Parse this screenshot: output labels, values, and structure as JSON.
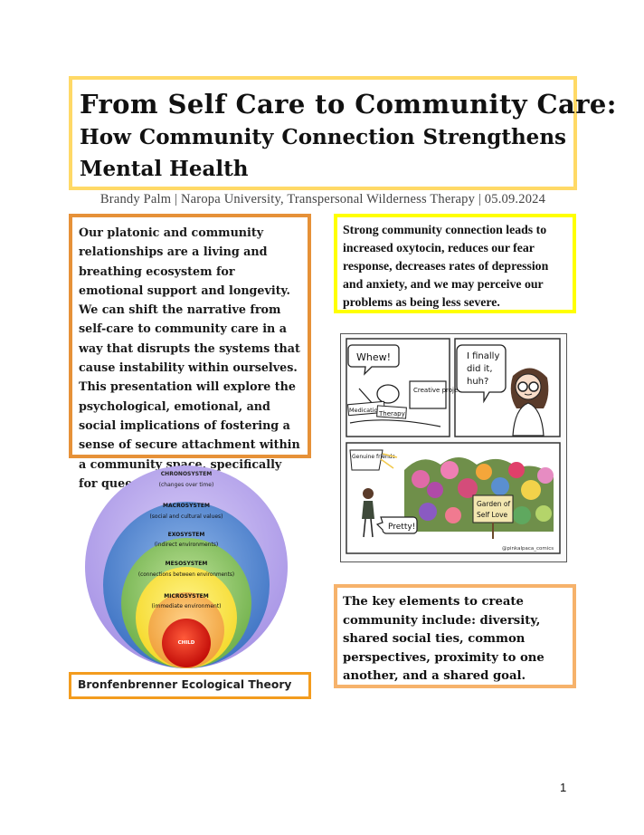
{
  "title": {
    "line1": "From Self Care to Community Care:",
    "line2": "How Community Connection Strengthens",
    "line3": "Mental Health"
  },
  "byline": "Brandy Palm | Naropa University, Transpersonal Wilderness Therapy | 05.09.2024",
  "intro": "Our platonic and community relationships are a living and breathing ecosystem for emotional support and longevity. We can shift the narrative from self-care to community care in a way that disrupts the systems that cause instability within ourselves. This presentation will explore the psychological, emotional, and social implications of fostering a sense of secure attachment within a community space, specifically for queer folks.",
  "oxytocin": "Strong community connection leads to increased oxytocin, reduces our fear response, decreases rates of depression and anxiety, and we may perceive our problems as being less severe.",
  "comic": {
    "panel1_bubble": "Whew!",
    "panel1_items": [
      "Medication",
      "Therapy",
      "Creative projects"
    ],
    "panel2_bubble_line1": "I finally",
    "panel2_bubble_line2": "did it,",
    "panel2_bubble_line3": "huh?",
    "panel3_tag": "Genuine friends",
    "panel3_sign_line1": "Garden of",
    "panel3_sign_line2": "Self Love",
    "panel3_bubble": "Pretty!",
    "credit": "@pinkalpaca_comics"
  },
  "key_elements": "The key elements to create community include: diversity, shared social ties, common perspectives, proximity to one another, and a shared goal.",
  "diagram": {
    "layers": [
      {
        "name": "CHRONOSYSTEM",
        "desc": "(changes over time)",
        "color": "#b9a6ee"
      },
      {
        "name": "MACROSYSTEM",
        "desc": "(social and cultural values)",
        "color": "#5b8fd6"
      },
      {
        "name": "EXOSYSTEM",
        "desc": "(indirect environments)",
        "color": "#8fca68"
      },
      {
        "name": "MESOSYSTEM",
        "desc": "(connections between environments)",
        "color": "#fbe64d"
      },
      {
        "name": "MICROSYSTEM",
        "desc": "(immediate environment)",
        "color": "#f6b75a"
      },
      {
        "name": "CHILD",
        "desc": "",
        "color": "#d81a12"
      }
    ]
  },
  "diagram_label": "Bronfenbrenner Ecological Theory",
  "page_number": "1"
}
